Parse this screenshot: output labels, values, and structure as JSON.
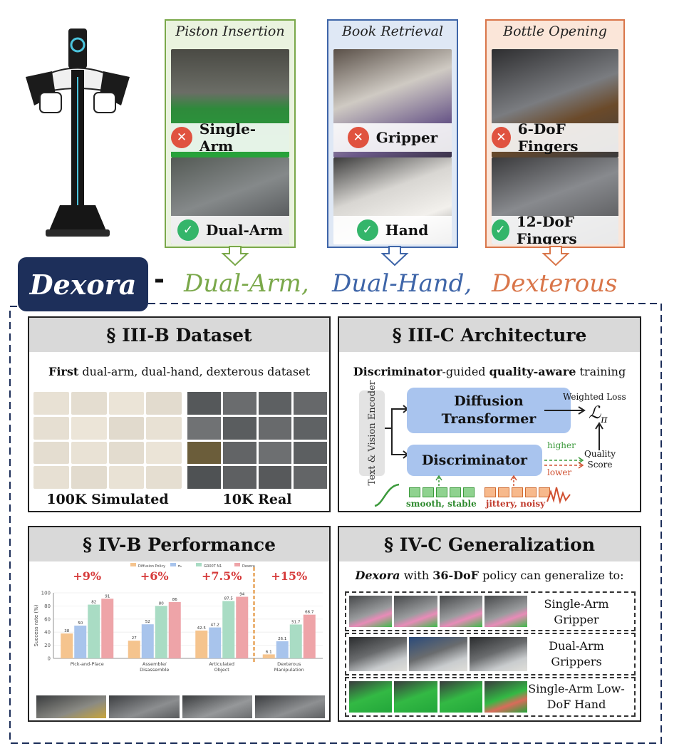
{
  "tasks": [
    {
      "title": "Piston Insertion",
      "fail": "Single-Arm",
      "success": "Dual-Arm"
    },
    {
      "title": "Book Retrieval",
      "fail": "Gripper",
      "success": "Hand"
    },
    {
      "title": "Bottle Opening",
      "fail": "6-DoF Fingers",
      "success": "12-DoF Fingers"
    }
  ],
  "brand": {
    "name": "Dexora",
    "dash": "-"
  },
  "tagline": {
    "part1": "Dual-Arm,",
    "part2": "Dual-Hand,",
    "part3": "Dexterous"
  },
  "colors": {
    "green": "#7aa84a",
    "blue": "#3e65a8",
    "orange": "#d9764a",
    "navy": "#1d2f5a",
    "block": "#a9c4ee"
  },
  "dataset": {
    "title": "§ III-B  Dataset",
    "subtitle_bold": "First",
    "subtitle_rest": " dual-arm, dual-hand, dexterous dataset",
    "sim_label": "100K Simulated",
    "real_label": "10K Real"
  },
  "architecture": {
    "title": "§ III-C Architecture",
    "sub_b1": "Discriminator",
    "sub_r1": "-guided ",
    "sub_b2": "quality-aware",
    "sub_r2": " training",
    "encoder": "Text & Vision Encoder",
    "diffusion": "Diffusion Transformer",
    "discriminator": "Discriminator",
    "weighted_loss": "Weighted Loss",
    "loss_symbol": "ℒ",
    "loss_sub": "π",
    "higher": "higher",
    "lower": "lower",
    "quality_score": "Quality Score",
    "smooth": "smooth, stable",
    "jittery": "jittery, noisy"
  },
  "performance": {
    "title": "§ IV-B Performance"
  },
  "generalization": {
    "title": "§ IV-C Generalization",
    "sub_b1": "Dexora",
    "sub_r1": " with ",
    "sub_b2": "36-DoF",
    "sub_r2": " policy can generalize to:",
    "rows": [
      {
        "label": "Single-Arm Gripper"
      },
      {
        "label": "Dual-Arm Grippers"
      },
      {
        "label": "Single-Arm Low-DoF Hand"
      }
    ]
  },
  "chart_data": {
    "type": "bar",
    "categories": [
      "Pick-and-Place",
      "Assemble/ Disassemble",
      "Articulated Object",
      "Dexterous Manipulation"
    ],
    "ylabel": "Success rate (%)",
    "ylim": [
      0,
      100
    ],
    "yticks": [
      0,
      20,
      40,
      60,
      80,
      100
    ],
    "gains": [
      "+9%",
      "+6%",
      "+7.5%",
      "+15%"
    ],
    "series": [
      {
        "name": "Diffusion Policy",
        "color": "#f5c48e",
        "values": [
          38,
          27,
          42.5,
          6.1
        ]
      },
      {
        "name": "π₀",
        "color": "#a8c4ec",
        "values": [
          50,
          52,
          47.2,
          26.1
        ]
      },
      {
        "name": "GR00T N1",
        "color": "#a9dcc4",
        "values": [
          82,
          80,
          87.5,
          51.7
        ]
      },
      {
        "name": "Dexora",
        "color": "#eea4a8",
        "values": [
          91,
          86,
          94,
          66.7
        ]
      }
    ],
    "value_labels": [
      [
        "38",
        "27",
        "42.5",
        "6.1"
      ],
      [
        "50",
        "52",
        "47.2",
        "26.1"
      ],
      [
        "82",
        "80",
        "87.5",
        "51.7"
      ],
      [
        "91",
        "86",
        "94",
        "66.7"
      ]
    ]
  }
}
